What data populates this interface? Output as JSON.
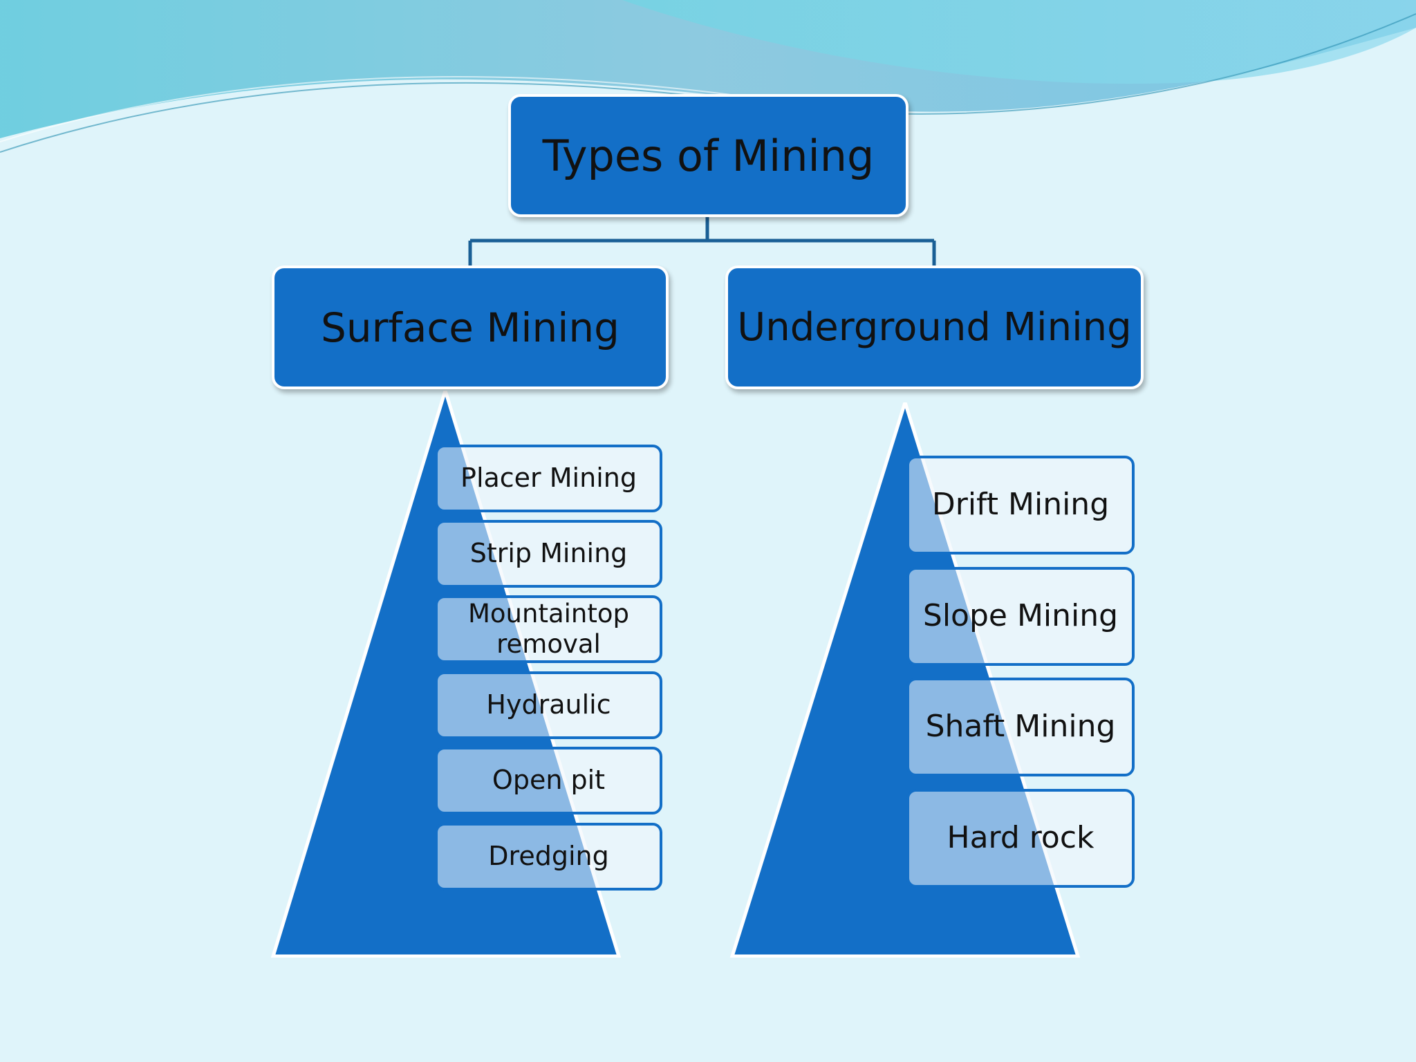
{
  "diagram": {
    "root": {
      "label": "Types of Mining"
    },
    "branches": [
      {
        "label": "Surface Mining",
        "items": [
          "Placer Mining",
          "Strip Mining",
          "Mountaintop removal",
          "Hydraulic",
          "Open pit",
          "Dredging"
        ]
      },
      {
        "label": "Underground Mining",
        "items": [
          "Drift Mining",
          "Slope Mining",
          "Shaft Mining",
          "Hard rock"
        ]
      }
    ]
  },
  "colors": {
    "box_fill": "#136fc7",
    "box_border": "#ffffff",
    "item_border": "#136fc7",
    "background": "#dff4fa",
    "wave": "#7cc3dd"
  }
}
